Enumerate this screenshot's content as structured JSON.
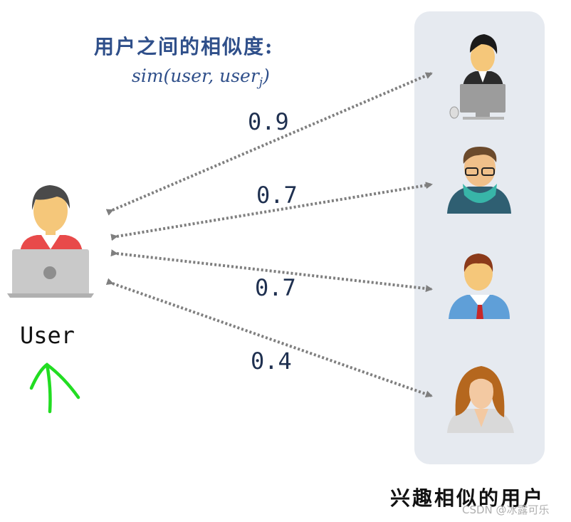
{
  "heading": "用户之间的相似度:",
  "formula": {
    "base": "sim(user, user",
    "subscript": "j",
    "close": ")"
  },
  "similarities": [
    "0.9",
    "0.7",
    "0.7",
    "0.4"
  ],
  "user_label": "User",
  "group_label": "兴趣相似的用户",
  "watermark": "CSDN @冰露可乐",
  "colors": {
    "heading": "#2f4f8a",
    "arrow": "#7f7f7f",
    "panel": "#e6eaf0",
    "annotation": "#22dd22"
  }
}
